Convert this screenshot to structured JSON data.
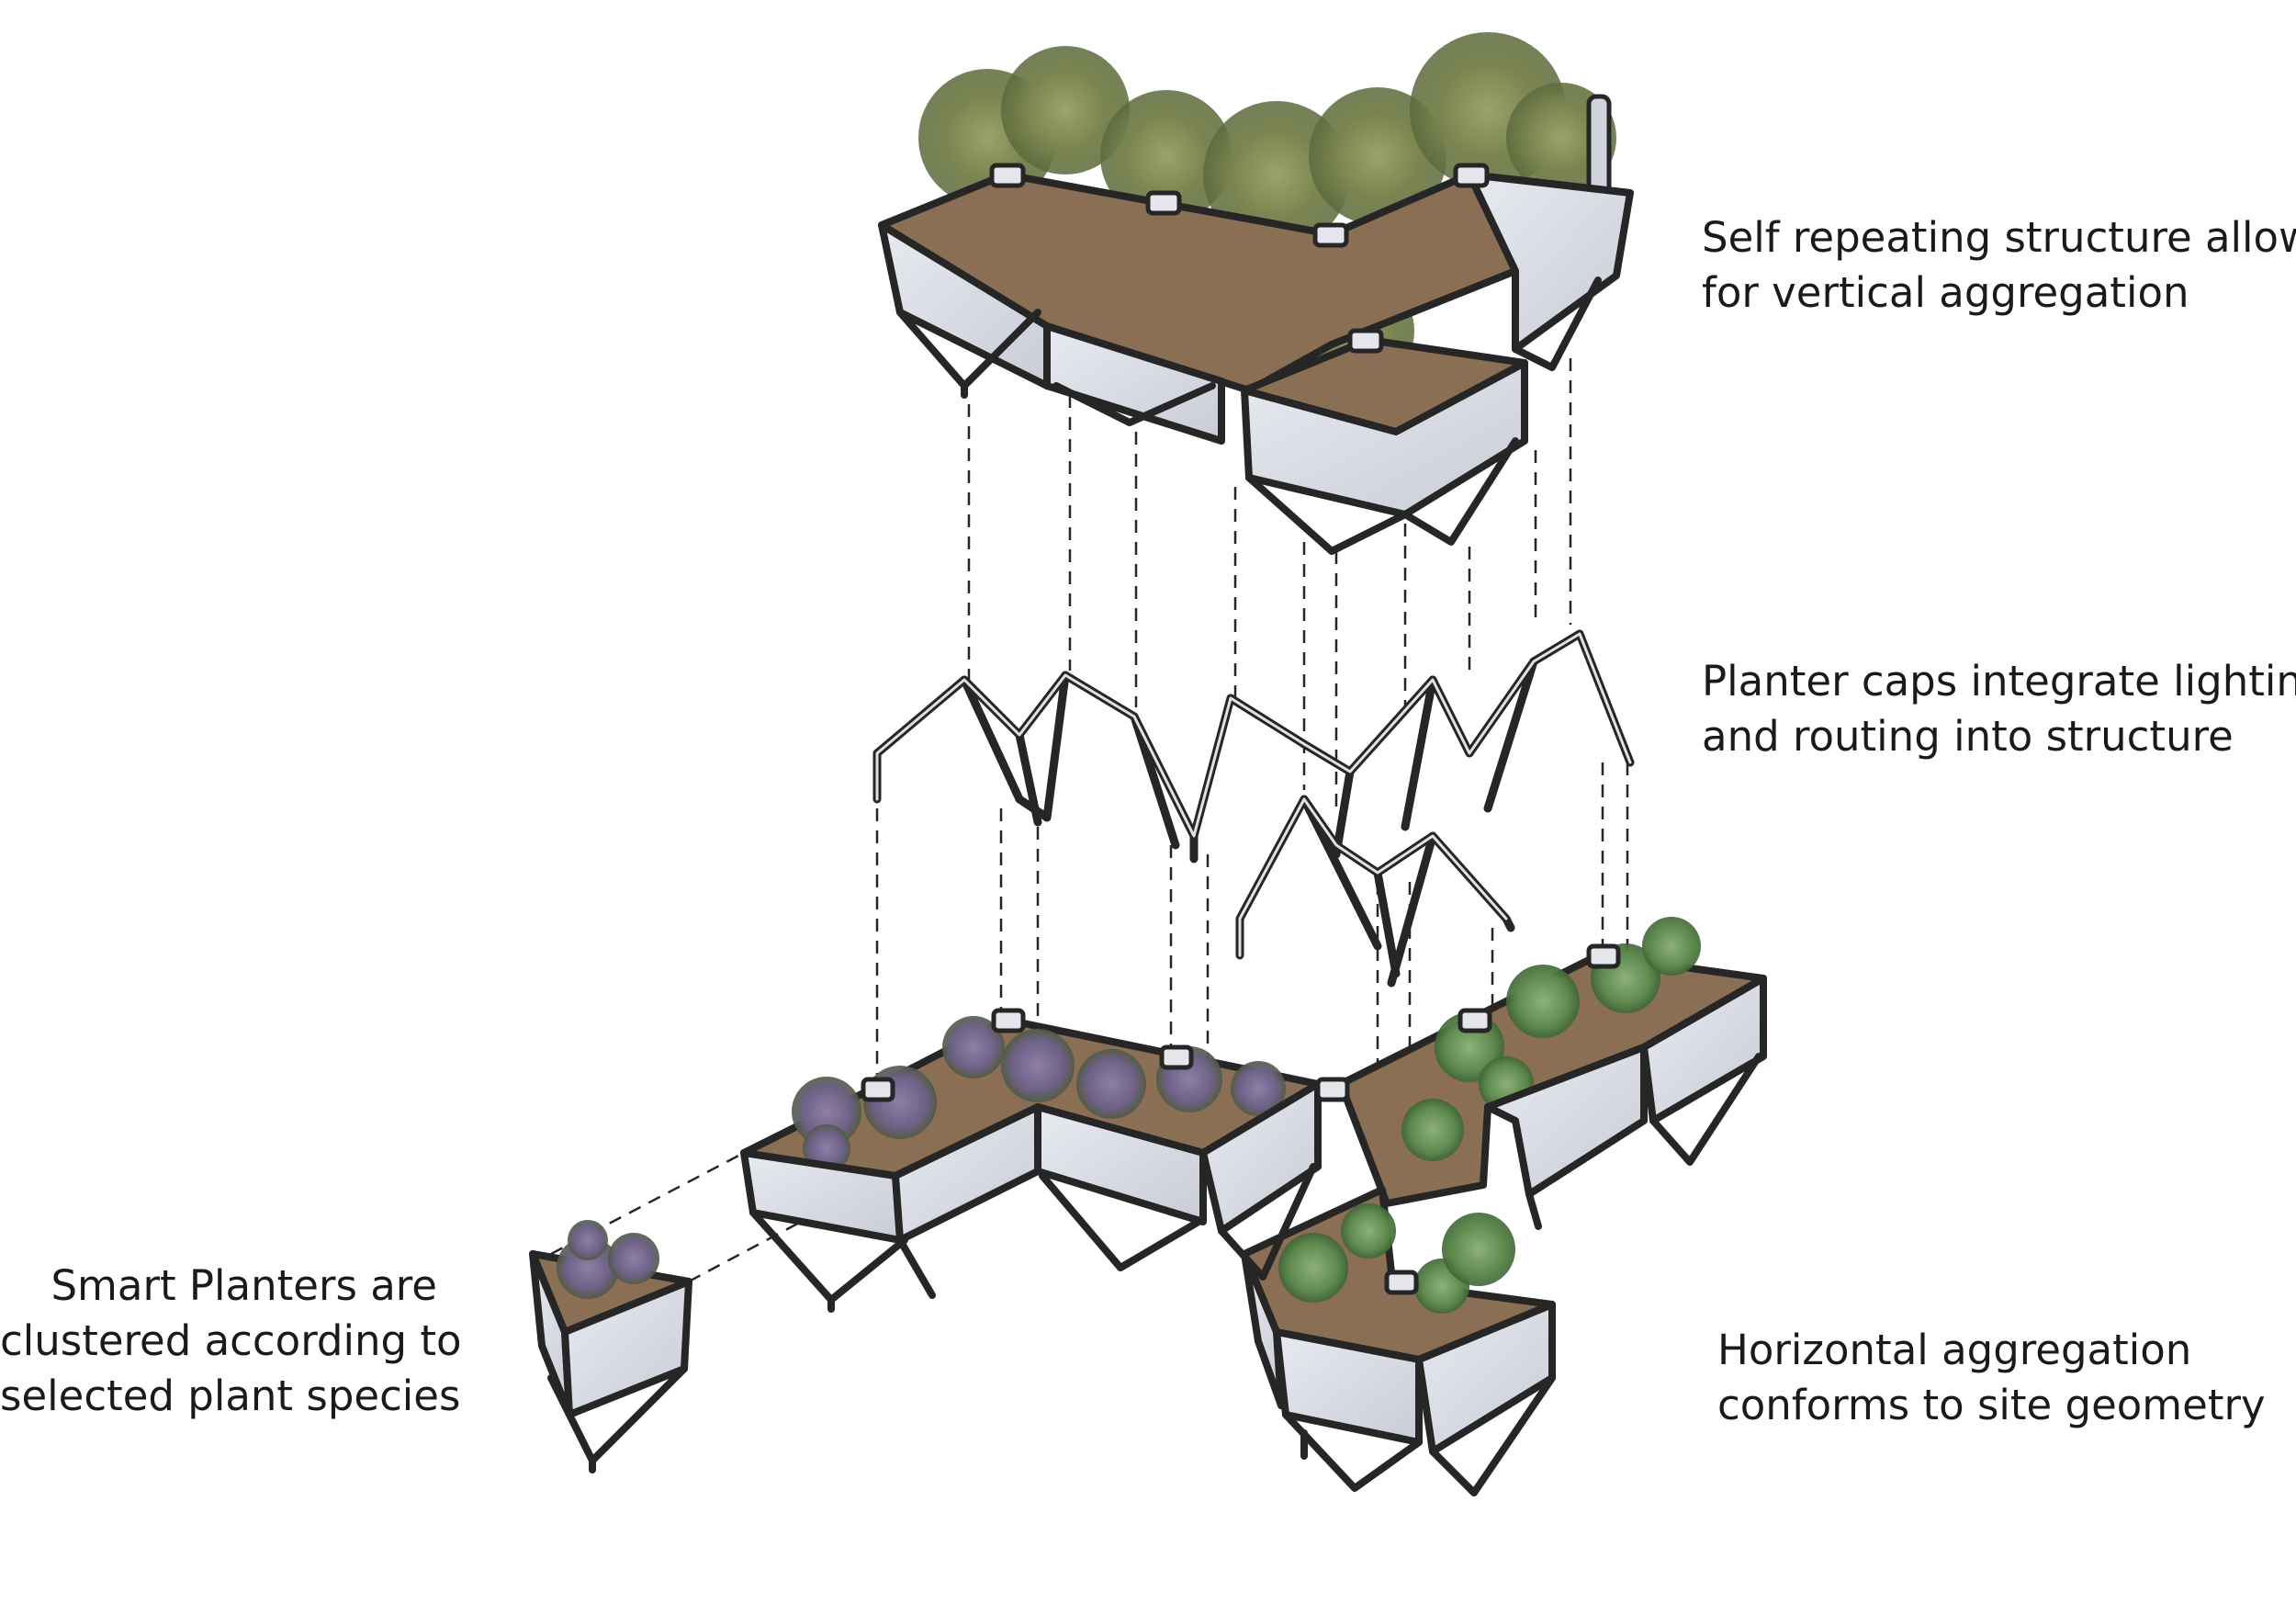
{
  "captions": {
    "vertical": {
      "line1": "Self repeating structure allows",
      "line2": "for vertical aggregation"
    },
    "caps": {
      "line1": "Planter caps integrate lighting",
      "line2": "and routing into structure"
    },
    "horizontal": {
      "line1": "Horizontal aggregation",
      "line2": "conforms to site geometry"
    },
    "smart": {
      "line1": "Smart Planters are",
      "line2": "clustered according to",
      "line3": "selected plant species"
    }
  },
  "colors": {
    "outline": "#262626",
    "planter_fill": "#d9dbe3",
    "planter_shade": "#c4c7d1",
    "soil": "#8a6f55",
    "foliage_olive": "#7c8a50",
    "foliage_purple": "#6f6485",
    "foliage_green": "#5f8a4e"
  }
}
